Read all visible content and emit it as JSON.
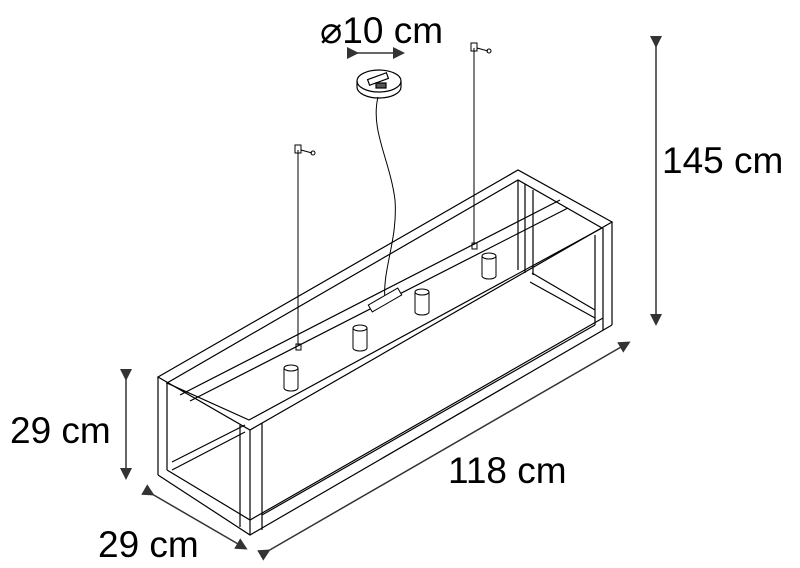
{
  "diagram": {
    "subject": "rectangular cage pendant lamp with 4 lights",
    "labels": {
      "canopy_diameter": "⌀10 cm",
      "total_height": "145 cm",
      "frame_height": "29 cm",
      "frame_length": "118 cm",
      "frame_depth": "29 cm"
    },
    "colors": {
      "line": "#000000",
      "dimension_line": "#333333",
      "background": "#ffffff"
    }
  }
}
